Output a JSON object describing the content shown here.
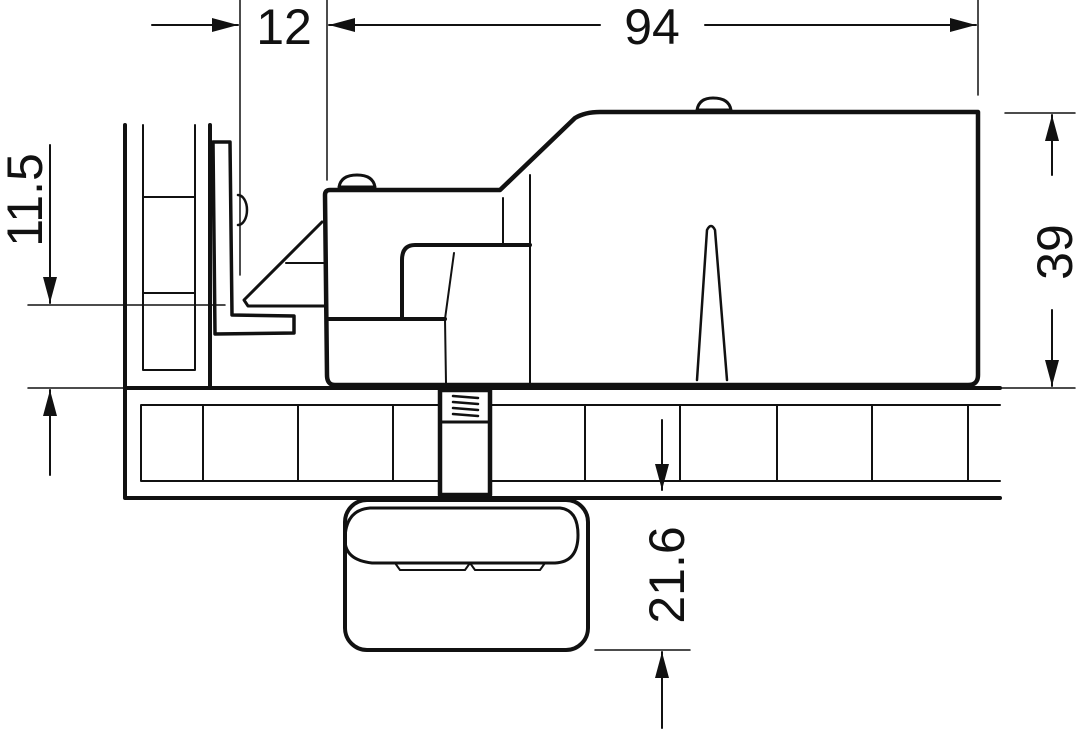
{
  "diagram": {
    "dimensions": {
      "top_left": "12",
      "top_main": "94",
      "left_height": "11.5",
      "right_height": "39",
      "foot_height": "21.6"
    },
    "line_color": "#111111"
  }
}
